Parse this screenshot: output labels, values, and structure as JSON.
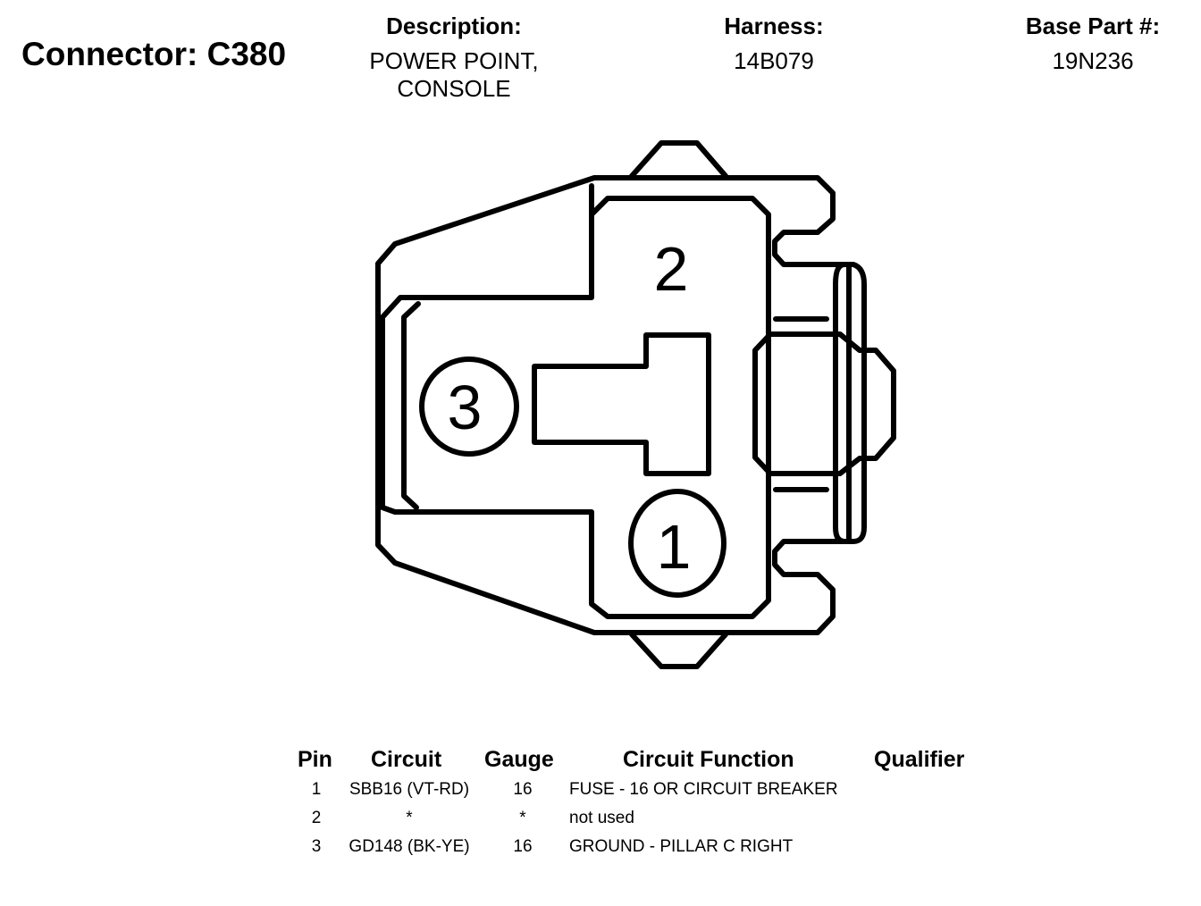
{
  "connector": {
    "title": "Connector: C380"
  },
  "header": {
    "description_label": "Description:",
    "description_line1": "POWER POINT,",
    "description_line2": "CONSOLE",
    "harness_label": "Harness:",
    "harness_value": "14B079",
    "base_part_label": "Base Part #:",
    "base_part_value": "19N236"
  },
  "diagram": {
    "pin_labels": [
      "2",
      "3",
      "1"
    ]
  },
  "table": {
    "columns": [
      "Pin",
      "Circuit",
      "Gauge",
      "Circuit Function",
      "Qualifier"
    ],
    "rows": [
      {
        "pin": "1",
        "circuit": "SBB16 (VT-RD)",
        "gauge": "16",
        "function": "FUSE - 16 OR CIRCUIT BREAKER",
        "qualifier": ""
      },
      {
        "pin": "2",
        "circuit": "*",
        "gauge": "*",
        "function": "not used",
        "qualifier": ""
      },
      {
        "pin": "3",
        "circuit": "GD148 (BK-YE)",
        "gauge": "16",
        "function": "GROUND - PILLAR C RIGHT",
        "qualifier": ""
      }
    ]
  }
}
